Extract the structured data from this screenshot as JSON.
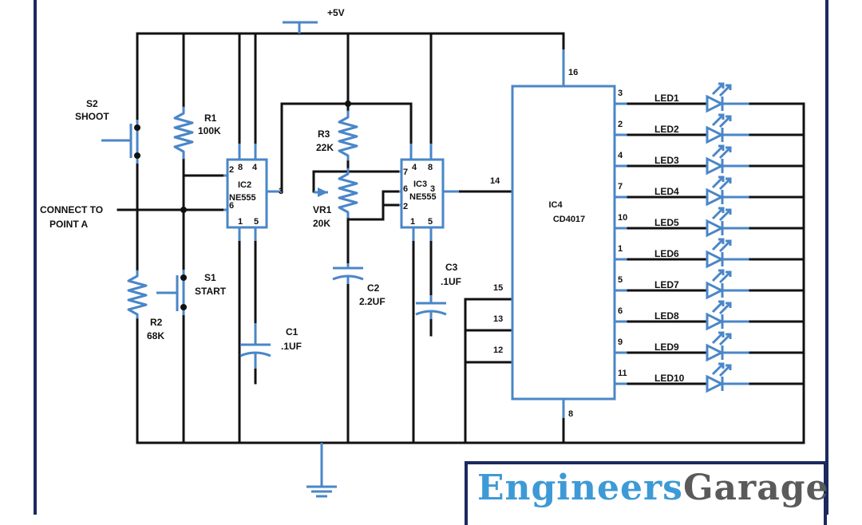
{
  "supply": {
    "label": "+5V"
  },
  "connect_point": {
    "line1": "CONNECT TO",
    "line2": "POINT A"
  },
  "switches": {
    "s2": {
      "ref": "S2",
      "name": "SHOOT"
    },
    "s1": {
      "ref": "S1",
      "name": "START"
    }
  },
  "resistors": {
    "r1": {
      "ref": "R1",
      "value": "100K"
    },
    "r2": {
      "ref": "R2",
      "value": "68K"
    },
    "r3": {
      "ref": "R3",
      "value": "22K"
    },
    "vr1": {
      "ref": "VR1",
      "value": "20K"
    }
  },
  "capacitors": {
    "c1": {
      "ref": "C1",
      "value": ".1UF"
    },
    "c2": {
      "ref": "C2",
      "value": "2.2UF"
    },
    "c3": {
      "ref": "C3",
      "value": ".1UF"
    }
  },
  "ic2": {
    "ref": "IC2",
    "part": "NE555",
    "pins": {
      "p8": "8",
      "p4": "4",
      "p2": "2",
      "p3": "3",
      "p6": "6",
      "p1": "1",
      "p5": "5"
    }
  },
  "ic3": {
    "ref": "IC3",
    "part": "NE555",
    "pins": {
      "p4": "4",
      "p8": "8",
      "p7": "7",
      "p6": "6",
      "p3": "3",
      "p2": "2",
      "p1": "1",
      "p5": "5"
    }
  },
  "ic4": {
    "ref": "IC4",
    "part": "CD4017",
    "pin_vdd": "16",
    "pin_gnd": "8",
    "pin_clk": "14",
    "left_pins": [
      "15",
      "13",
      "12"
    ],
    "outputs": [
      {
        "pin": "3",
        "led": "LED1"
      },
      {
        "pin": "2",
        "led": "LED2"
      },
      {
        "pin": "4",
        "led": "LED3"
      },
      {
        "pin": "7",
        "led": "LED4"
      },
      {
        "pin": "10",
        "led": "LED5"
      },
      {
        "pin": "1",
        "led": "LED6"
      },
      {
        "pin": "5",
        "led": "LED7"
      },
      {
        "pin": "6",
        "led": "LED8"
      },
      {
        "pin": "9",
        "led": "LED9"
      },
      {
        "pin": "11",
        "led": "LED10"
      }
    ]
  },
  "logo": {
    "part1": "Engineers",
    "part2": "Garage"
  },
  "colors": {
    "wire": "#111111",
    "component": "#4a86c8",
    "frame": "#1b2a5e",
    "logo_blue": "#3e9ad6",
    "logo_gray": "#5a5a5a"
  }
}
